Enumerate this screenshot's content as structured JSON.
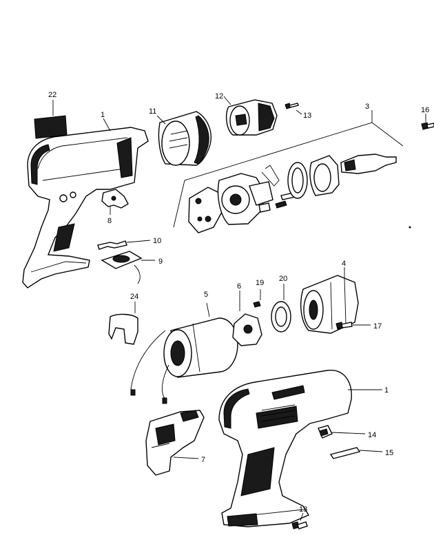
{
  "callouts": [
    {
      "id": "c22",
      "label": "22"
    },
    {
      "id": "c1a",
      "label": "1"
    },
    {
      "id": "c11",
      "label": "11"
    },
    {
      "id": "c12",
      "label": "12"
    },
    {
      "id": "c13",
      "label": "13"
    },
    {
      "id": "c3",
      "label": "3"
    },
    {
      "id": "c16",
      "label": "16"
    },
    {
      "id": "c8",
      "label": "8"
    },
    {
      "id": "c10",
      "label": "10"
    },
    {
      "id": "c9",
      "label": "9"
    },
    {
      "id": "c4",
      "label": "4"
    },
    {
      "id": "c19",
      "label": "19"
    },
    {
      "id": "c20",
      "label": "20"
    },
    {
      "id": "c6",
      "label": "6"
    },
    {
      "id": "c5",
      "label": "5"
    },
    {
      "id": "c24",
      "label": "24"
    },
    {
      "id": "c17",
      "label": "17"
    },
    {
      "id": "c1b",
      "label": "1"
    },
    {
      "id": "c14",
      "label": "14"
    },
    {
      "id": "c15",
      "label": "15"
    },
    {
      "id": "c7",
      "label": "7"
    },
    {
      "id": "c18",
      "label": "18"
    }
  ]
}
